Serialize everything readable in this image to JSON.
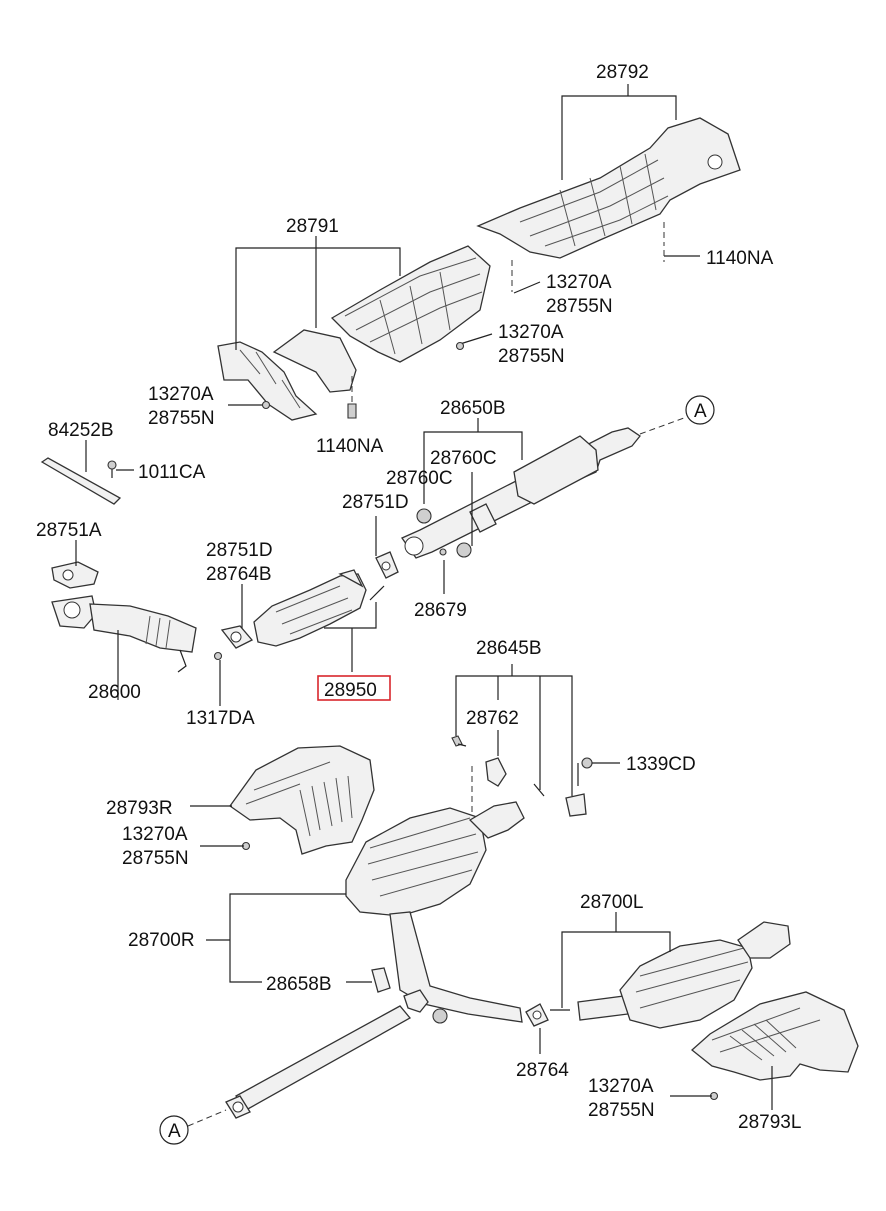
{
  "labels": {
    "heat_protector_rear_upper": "28792",
    "bolt_upper_right": "1140NA",
    "nut_upper_right_a": "13270A",
    "nut_upper_right_b": "28755N",
    "heat_protector_front_upper": "28791",
    "nut_mid_a": "13270A",
    "nut_mid_b": "28755N",
    "nut_left_a": "13270A",
    "nut_left_b": "28755N",
    "bolt_mid": "1140NA",
    "stay": "84252B",
    "bolt_stay": "1011CA",
    "gasket_front": "28751A",
    "front_pipe": "28600",
    "nut_front": "1317DA",
    "gasket_cat_a": "28751D",
    "gasket_cat_b": "28764B",
    "gasket_center": "28751D",
    "catalytic_converter": "28950",
    "center_muffler": "28650B",
    "hanger_a": "28760C",
    "hanger_b": "28760C",
    "nut_center": "28679",
    "ref_top": "A",
    "hanger_kit": "28645B",
    "hanger_rubber": "28762",
    "hanger_bolt": "1339CD",
    "heat_protector_r": "28793R",
    "nut_hp_r_a": "13270A",
    "nut_hp_r_b": "28755N",
    "main_muffler_r": "28700R",
    "hanger_rear": "28658B",
    "main_muffler_l": "28700L",
    "gasket_rear": "28764",
    "nut_hp_l_a": "13270A",
    "nut_hp_l_b": "28755N",
    "heat_protector_l": "28793L",
    "ref_bottom": "A"
  },
  "highlight_color": "#d9262c"
}
